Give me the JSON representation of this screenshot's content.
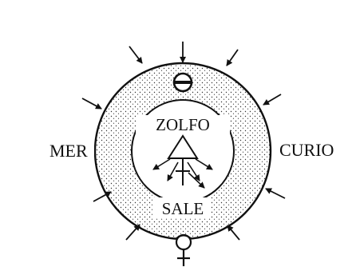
{
  "diagram": {
    "labels": {
      "left": "MER",
      "right": "CURIO",
      "inner_top": "ZOLFO",
      "inner_bottom": "SALE"
    },
    "symbols": {
      "top": "salt-symbol",
      "center": "sulfur-triangle-symbol",
      "bottom": "venus-copper-symbol"
    },
    "colors": {
      "ink": "#111111",
      "background": "#ffffff"
    }
  }
}
